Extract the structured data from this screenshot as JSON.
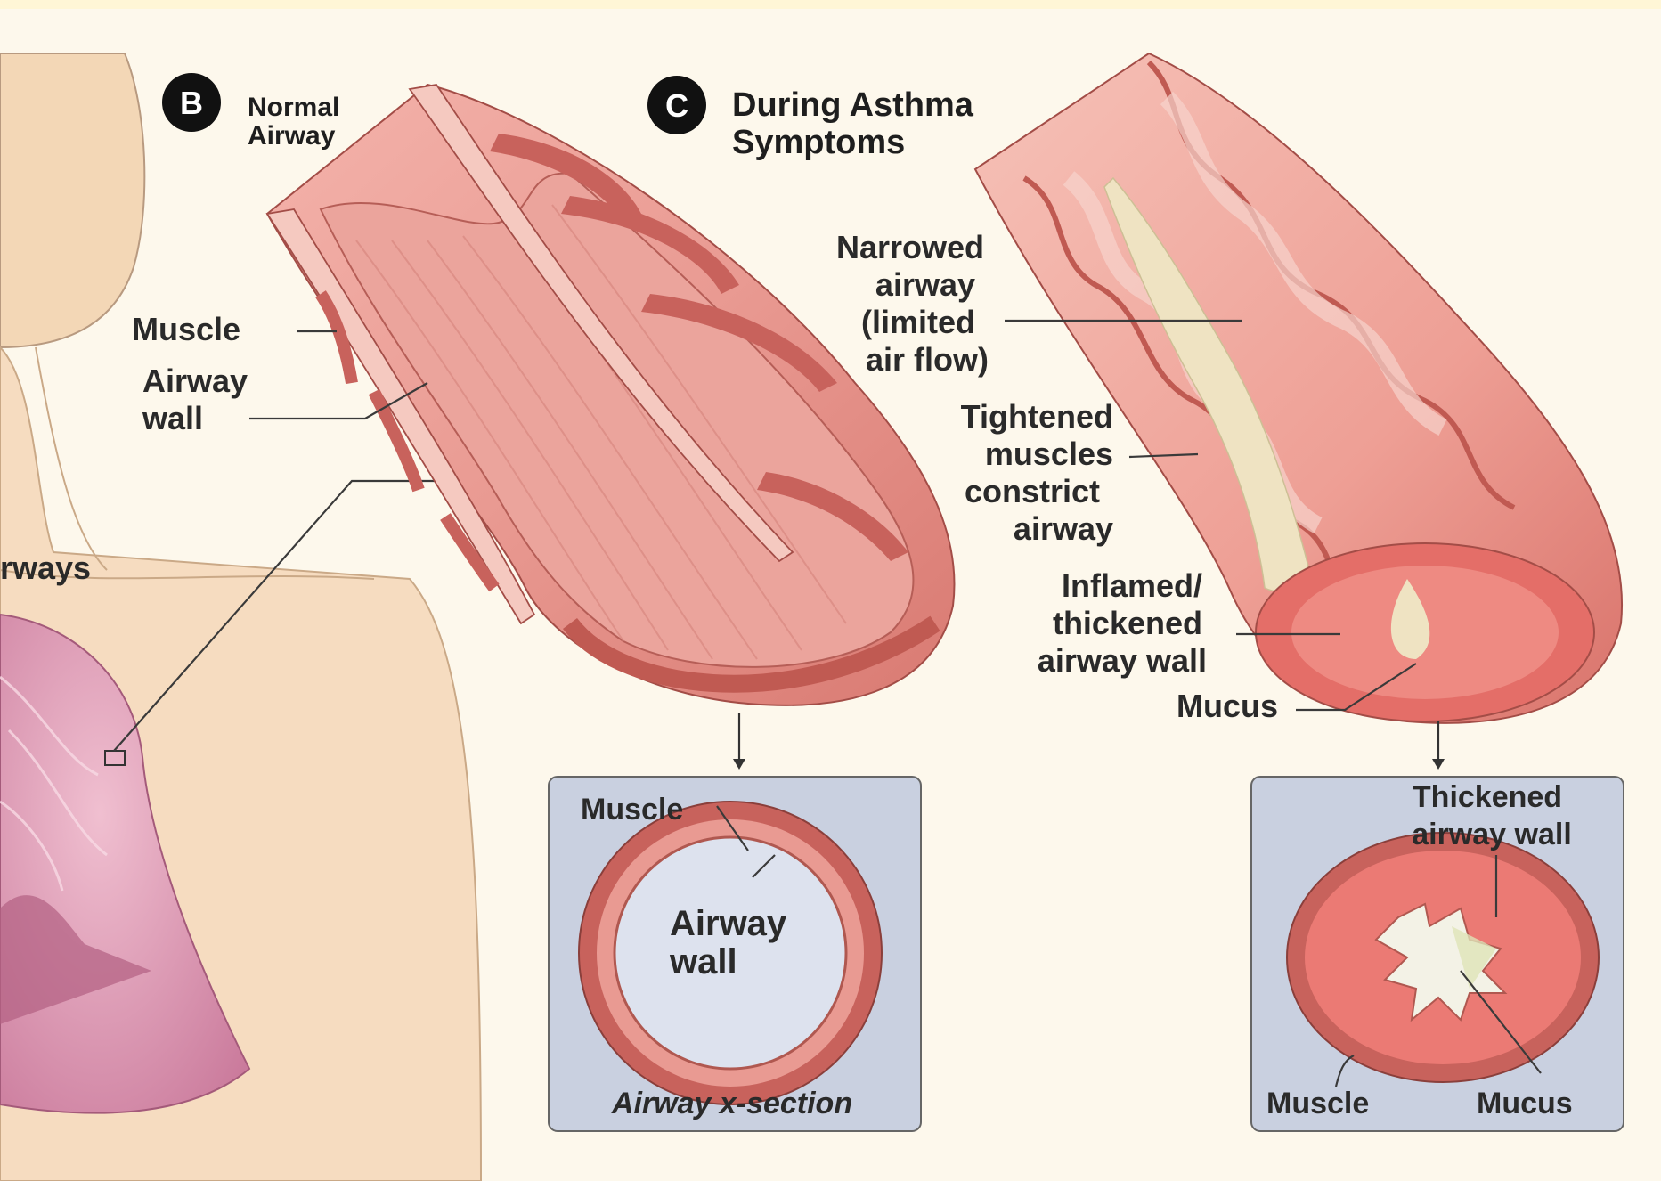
{
  "panels": {
    "b": {
      "badge": "B",
      "title_line1": "Normal",
      "title_line2": "Airway"
    },
    "c": {
      "badge": "C",
      "title_line1": "During Asthma",
      "title_line2": "Symptoms"
    }
  },
  "left_labels": {
    "airways_fragment": "rways"
  },
  "normal_labels": {
    "muscle": "Muscle",
    "airway_wall_1": "Airway",
    "airway_wall_2": "wall"
  },
  "asthma_labels": {
    "narrowed_1": "Narrowed",
    "narrowed_2": "airway",
    "narrowed_3": "(limited",
    "narrowed_4": "air flow)",
    "tightened_1": "Tightened",
    "tightened_2": "muscles",
    "tightened_3": "constrict",
    "tightened_4": "airway",
    "inflamed_1": "Inflamed/",
    "inflamed_2": "thickened",
    "inflamed_3": "airway wall",
    "mucus": "Mucus"
  },
  "normal_xsection": {
    "muscle": "Muscle",
    "airway_wall_1": "Airway",
    "airway_wall_2": "wall",
    "caption": "Airway x-section"
  },
  "asthma_xsection": {
    "thickened_1": "Thickened",
    "thickened_2": "airway wall",
    "muscle": "Muscle",
    "mucus": "Mucus"
  },
  "colors": {
    "background": "#fdf8ec",
    "skin": "#f6dcc0",
    "lung": "#d98aa8",
    "airway_tissue": "#e8908a",
    "muscle_band": "#c8625c",
    "mucus": "#eee2c0",
    "inset_bg": "#c9d0e0"
  }
}
